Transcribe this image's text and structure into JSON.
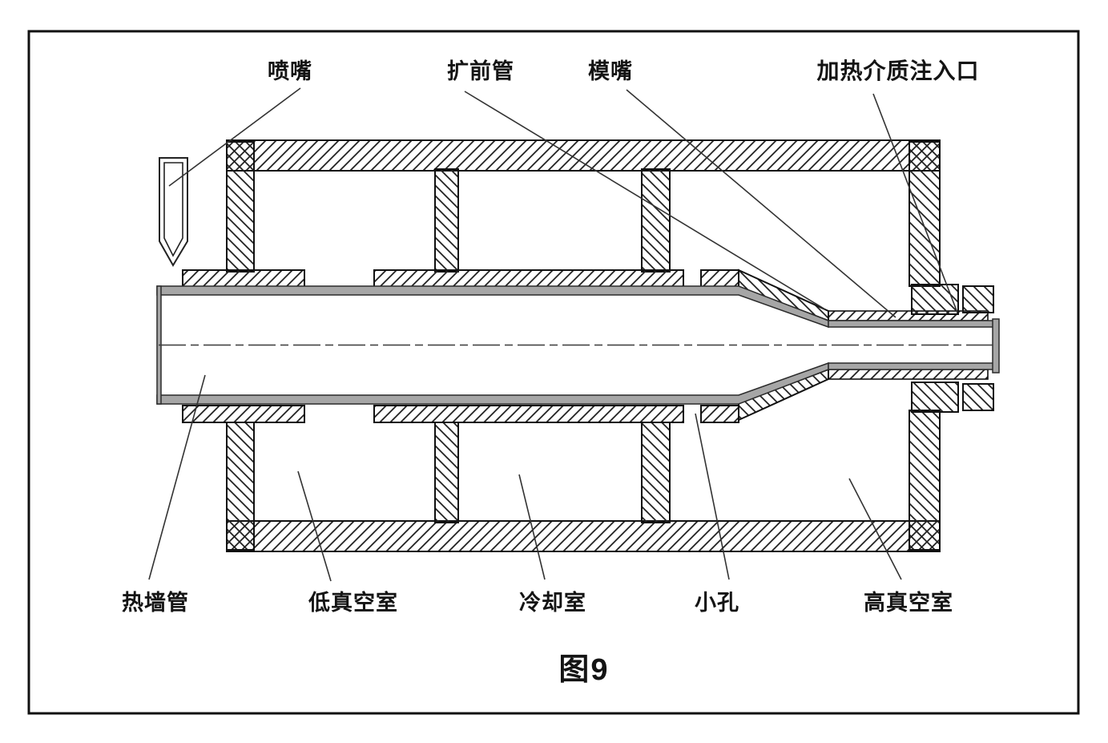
{
  "figure": {
    "caption": "图9",
    "labels": {
      "nozzle": "喷嘴",
      "expansion_tube": "扩前管",
      "die_lip": "模嘴",
      "heating_medium_inlet": "加热介质注入口",
      "hot_wall_tube": "热墙管",
      "low_vacuum_chamber": "低真空室",
      "cooling_chamber": "冷却室",
      "small_hole": "小孔",
      "high_vacuum_chamber": "高真空室"
    },
    "colors": {
      "line": "#1a1a1a",
      "hatch": "#222222",
      "tube_wall_fill": "#a6a6a6",
      "background": "#ffffff"
    }
  }
}
